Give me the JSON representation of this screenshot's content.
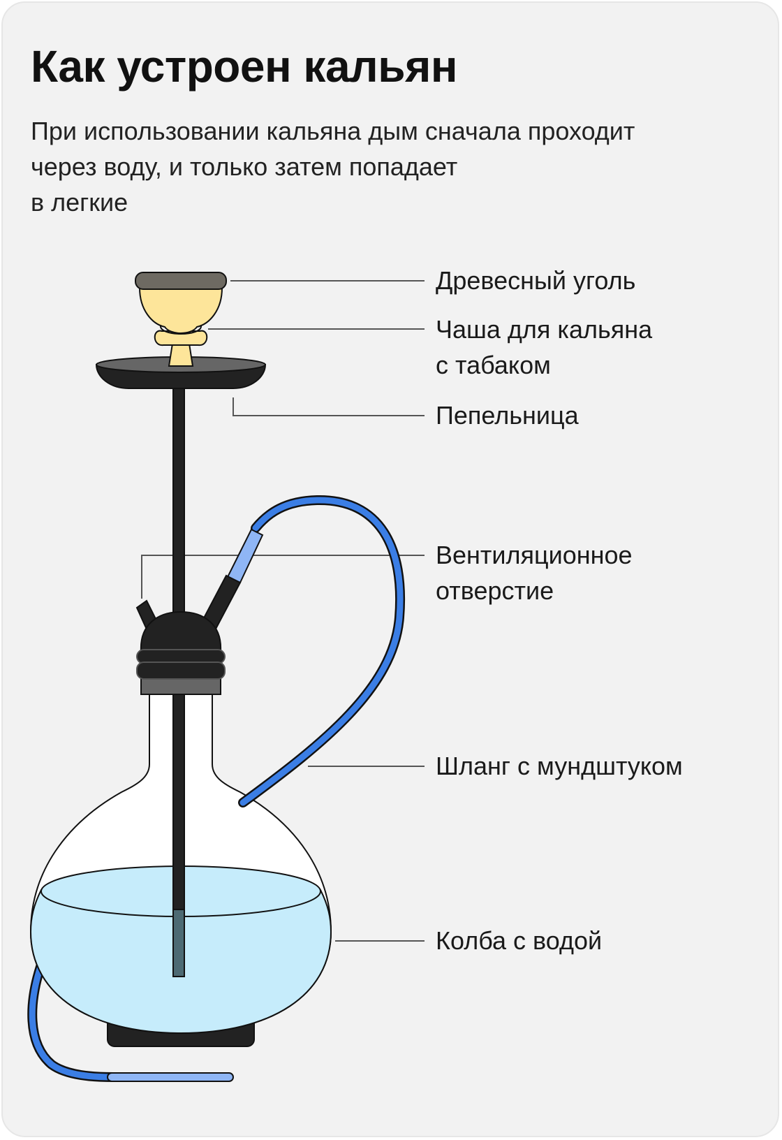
{
  "header": {
    "title": "Как устроен кальян",
    "subtitle_lines": [
      "При использовании кальяна дым сначала проходит",
      "через воду, и только затем попадает",
      "в легкие"
    ]
  },
  "labels": {
    "charcoal": [
      "Древесный уголь"
    ],
    "bowl": [
      "Чаша для кальяна",
      "с табаком"
    ],
    "ashtray": [
      "Пепельница"
    ],
    "vent": [
      "Вентиляционное",
      "отверстие"
    ],
    "hose": [
      "Шланг с мундштуком"
    ],
    "flask": [
      "Колба с водой"
    ]
  },
  "colors": {
    "background": "#f2f2f2",
    "outline": "#111111",
    "dark_part": "#222222",
    "charcoal": "#6e6a62",
    "bowl": "#fde59a",
    "water": "#c6ecfb",
    "hose": "#3b7ee5",
    "hose_tip": "#8fb6f5",
    "glass": "#ffffff",
    "leader_line": "#555555"
  }
}
